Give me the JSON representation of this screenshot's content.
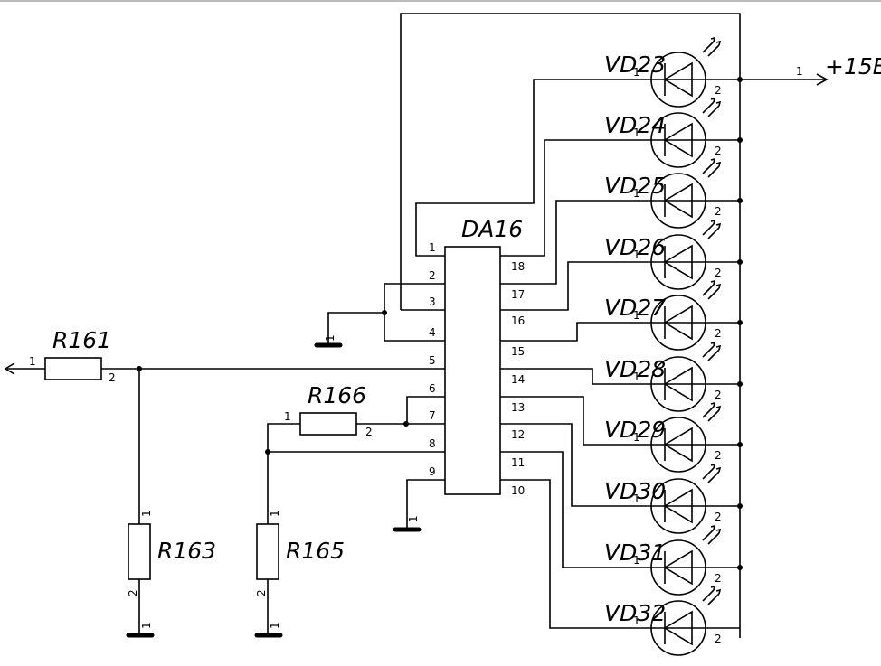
{
  "title": "LED bar display driver schematic",
  "ic": {
    "ref": "DA16",
    "left_pins": [
      "1",
      "2",
      "3",
      "4",
      "5",
      "6",
      "7",
      "8",
      "9"
    ],
    "right_pins": [
      "18",
      "17",
      "16",
      "15",
      "14",
      "13",
      "12",
      "11",
      "10"
    ]
  },
  "leds": [
    {
      "ref": "VD23",
      "anode_pin": "1",
      "cathode_pin": "2",
      "driven_by": "1"
    },
    {
      "ref": "VD24",
      "anode_pin": "1",
      "cathode_pin": "2",
      "driven_by": "18"
    },
    {
      "ref": "VD25",
      "anode_pin": "1",
      "cathode_pin": "2",
      "driven_by": "17"
    },
    {
      "ref": "VD26",
      "anode_pin": "1",
      "cathode_pin": "2",
      "driven_by": "16"
    },
    {
      "ref": "VD27",
      "anode_pin": "1",
      "cathode_pin": "2",
      "driven_by": "15"
    },
    {
      "ref": "VD28",
      "anode_pin": "1",
      "cathode_pin": "2",
      "driven_by": "14"
    },
    {
      "ref": "VD29",
      "anode_pin": "1",
      "cathode_pin": "2",
      "driven_by": "13"
    },
    {
      "ref": "VD30",
      "anode_pin": "1",
      "cathode_pin": "2",
      "driven_by": "12"
    },
    {
      "ref": "VD31",
      "anode_pin": "1",
      "cathode_pin": "2",
      "driven_by": "11"
    },
    {
      "ref": "VD32",
      "anode_pin": "1",
      "cathode_pin": "2",
      "driven_by": "10"
    }
  ],
  "resistors": {
    "r161": {
      "ref": "R161",
      "pin1": "1",
      "pin2": "2"
    },
    "r163": {
      "ref": "R163",
      "pin1": "1",
      "pin2": "2"
    },
    "r165": {
      "ref": "R165",
      "pin1": "1",
      "pin2": "2"
    },
    "r166": {
      "ref": "R166",
      "pin1": "1",
      "pin2": "2"
    }
  },
  "power": {
    "label": "+15В",
    "pin": "1"
  },
  "ground_pin": "1"
}
